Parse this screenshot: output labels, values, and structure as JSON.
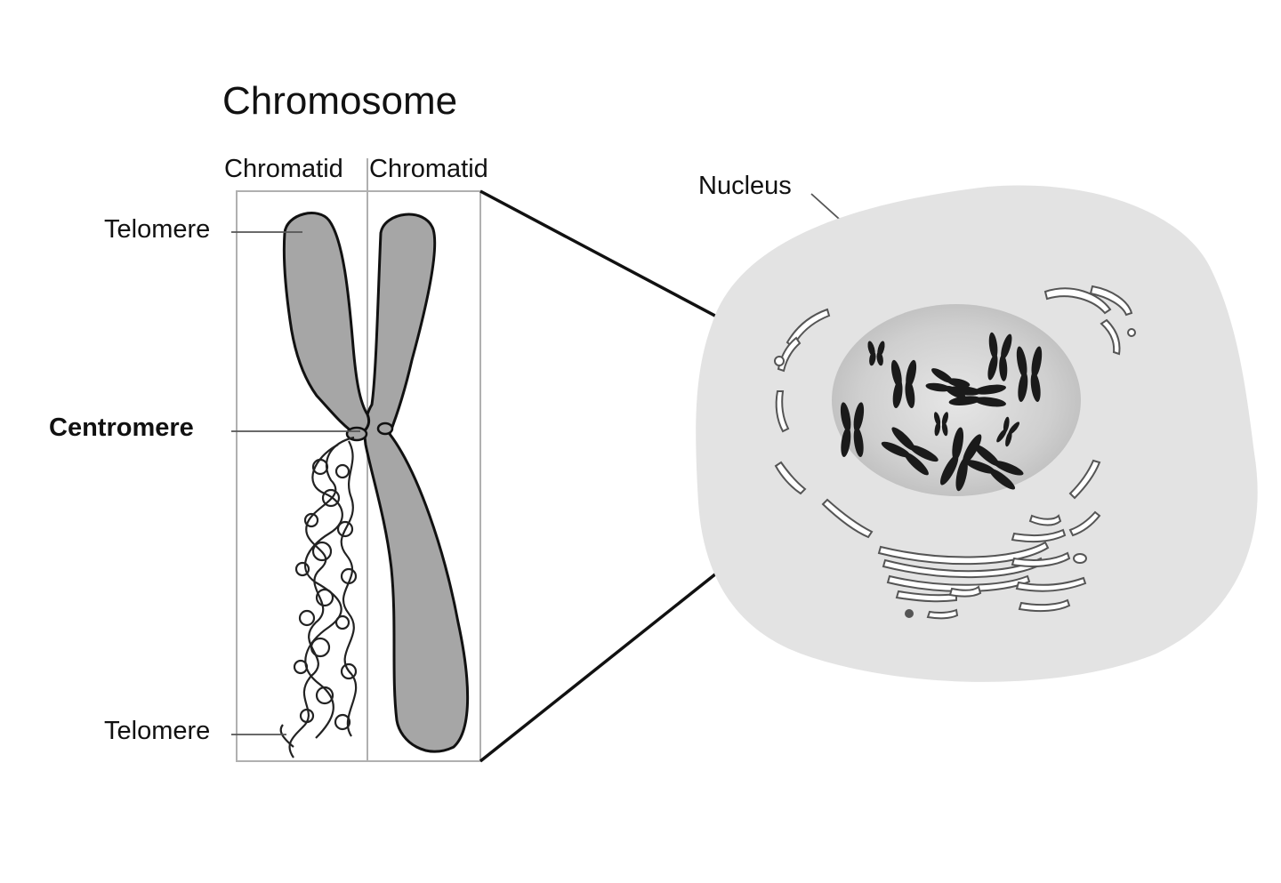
{
  "diagram": {
    "title": "Chromosome",
    "labels": {
      "chromatid_left": "Chromatid",
      "chromatid_right": "Chromatid",
      "telomere_top": "Telomere",
      "centromere": "Centromere",
      "telomere_bottom": "Telomere",
      "nucleus": "Nucleus"
    }
  },
  "colors": {
    "chromosome_fill": "#a6a6a6",
    "cell_fill": "#e3e3e3",
    "nucleus_fill": "#cfcfcf",
    "chromosome_dark": "#1a1a1a",
    "frame_line": "#b0b0b0",
    "leader_line": "#555555"
  }
}
